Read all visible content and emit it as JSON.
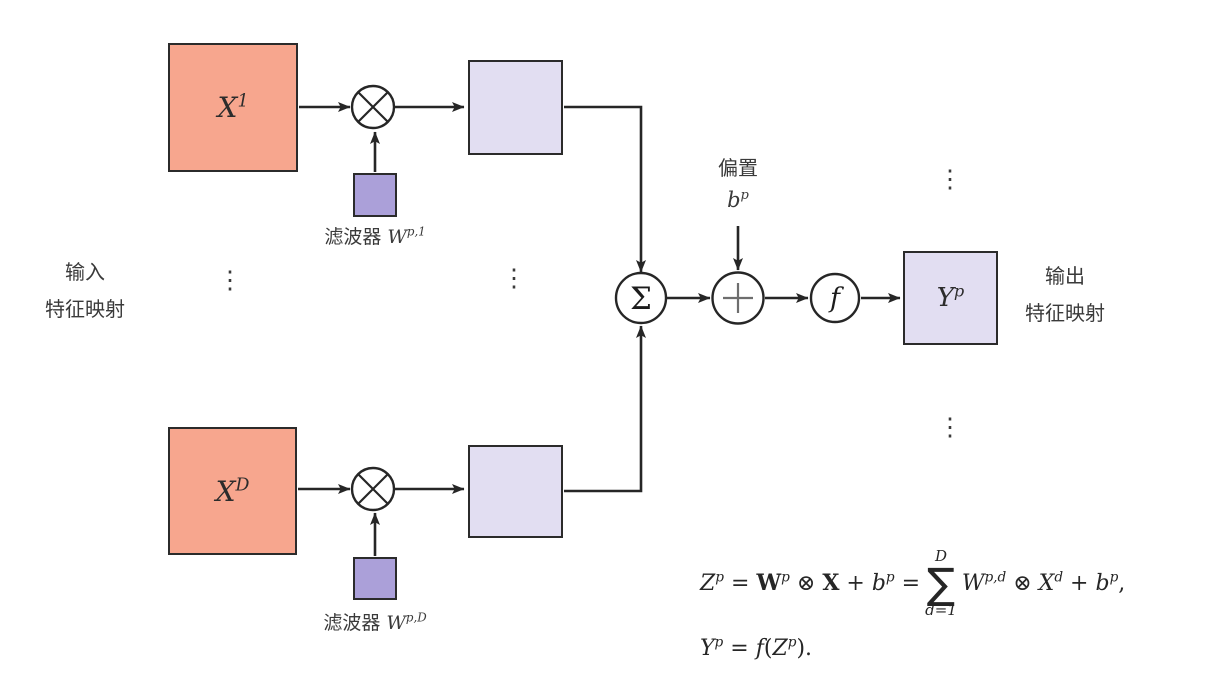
{
  "colors": {
    "background": "#ffffff",
    "input_map_fill": "#f7a68e",
    "filter_fill": "#aba0d9",
    "feature_map_fill": "#e2def2",
    "stroke": "#262626",
    "plus_stroke": "#6e6e6e"
  },
  "icons": {
    "circled_times": "⊗",
    "vertical_ellipsis": "⋮",
    "arrowhead": "filled-triangle"
  },
  "labels": {
    "input": {
      "line1": "输入",
      "line2": "特征映射"
    },
    "output": {
      "line1": "输出",
      "line2": "特征映射"
    },
    "bias_caption": "偏置",
    "dots": "⋮"
  },
  "nodes": {
    "x1": [
      {
        "k": "it",
        "v": "X"
      },
      {
        "k": "sup",
        "v": "1"
      }
    ],
    "xD": [
      {
        "k": "it",
        "v": "X"
      },
      {
        "k": "sup",
        "v": "D"
      }
    ],
    "yp": [
      {
        "k": "it",
        "v": "Y"
      },
      {
        "k": "sup",
        "v": "p"
      }
    ],
    "filter1_label": [
      {
        "k": "cn",
        "v": "滤波器 "
      },
      {
        "k": "it",
        "v": "W"
      },
      {
        "k": "sup",
        "v": "p,1"
      }
    ],
    "filterD_label": [
      {
        "k": "cn",
        "v": "滤波器 "
      },
      {
        "k": "it",
        "v": "W"
      },
      {
        "k": "sup",
        "v": "p,D"
      }
    ],
    "bias_symbol": [
      {
        "k": "it",
        "v": "b"
      },
      {
        "k": "sup",
        "v": "p"
      }
    ]
  },
  "ops": {
    "sum": "Σ",
    "activation": "f",
    "convolution": "⊗",
    "plus": "+"
  },
  "formula": {
    "line1_left": [
      {
        "k": "it",
        "v": "Z"
      },
      {
        "k": "sup",
        "v": "p"
      },
      {
        "k": "rm",
        "v": " = "
      },
      {
        "k": "bf",
        "v": "W"
      },
      {
        "k": "sup",
        "v": "p"
      },
      {
        "k": "rm",
        "v": " ⊗ "
      },
      {
        "k": "bf",
        "v": "X"
      },
      {
        "k": "rm",
        "v": " + "
      },
      {
        "k": "it",
        "v": "b"
      },
      {
        "k": "sup",
        "v": "p"
      },
      {
        "k": "rm",
        "v": " = "
      }
    ],
    "sum_upper": "D",
    "sum_sigma": "∑",
    "sum_lower": "d=1",
    "line1_right": [
      {
        "k": "it",
        "v": "W"
      },
      {
        "k": "sup",
        "v": "p,d"
      },
      {
        "k": "rm",
        "v": " ⊗ "
      },
      {
        "k": "it",
        "v": "X"
      },
      {
        "k": "sup",
        "v": "d"
      },
      {
        "k": "rm",
        "v": " + "
      },
      {
        "k": "it",
        "v": "b"
      },
      {
        "k": "sup",
        "v": "p"
      },
      {
        "k": "rm",
        "v": ","
      }
    ],
    "line2": [
      {
        "k": "it",
        "v": "Y"
      },
      {
        "k": "sup",
        "v": "p"
      },
      {
        "k": "rm",
        "v": " = "
      },
      {
        "k": "it",
        "v": "f"
      },
      {
        "k": "rm",
        "v": "("
      },
      {
        "k": "it",
        "v": "Z"
      },
      {
        "k": "sup",
        "v": "p"
      },
      {
        "k": "rm",
        "v": ")."
      }
    ]
  }
}
